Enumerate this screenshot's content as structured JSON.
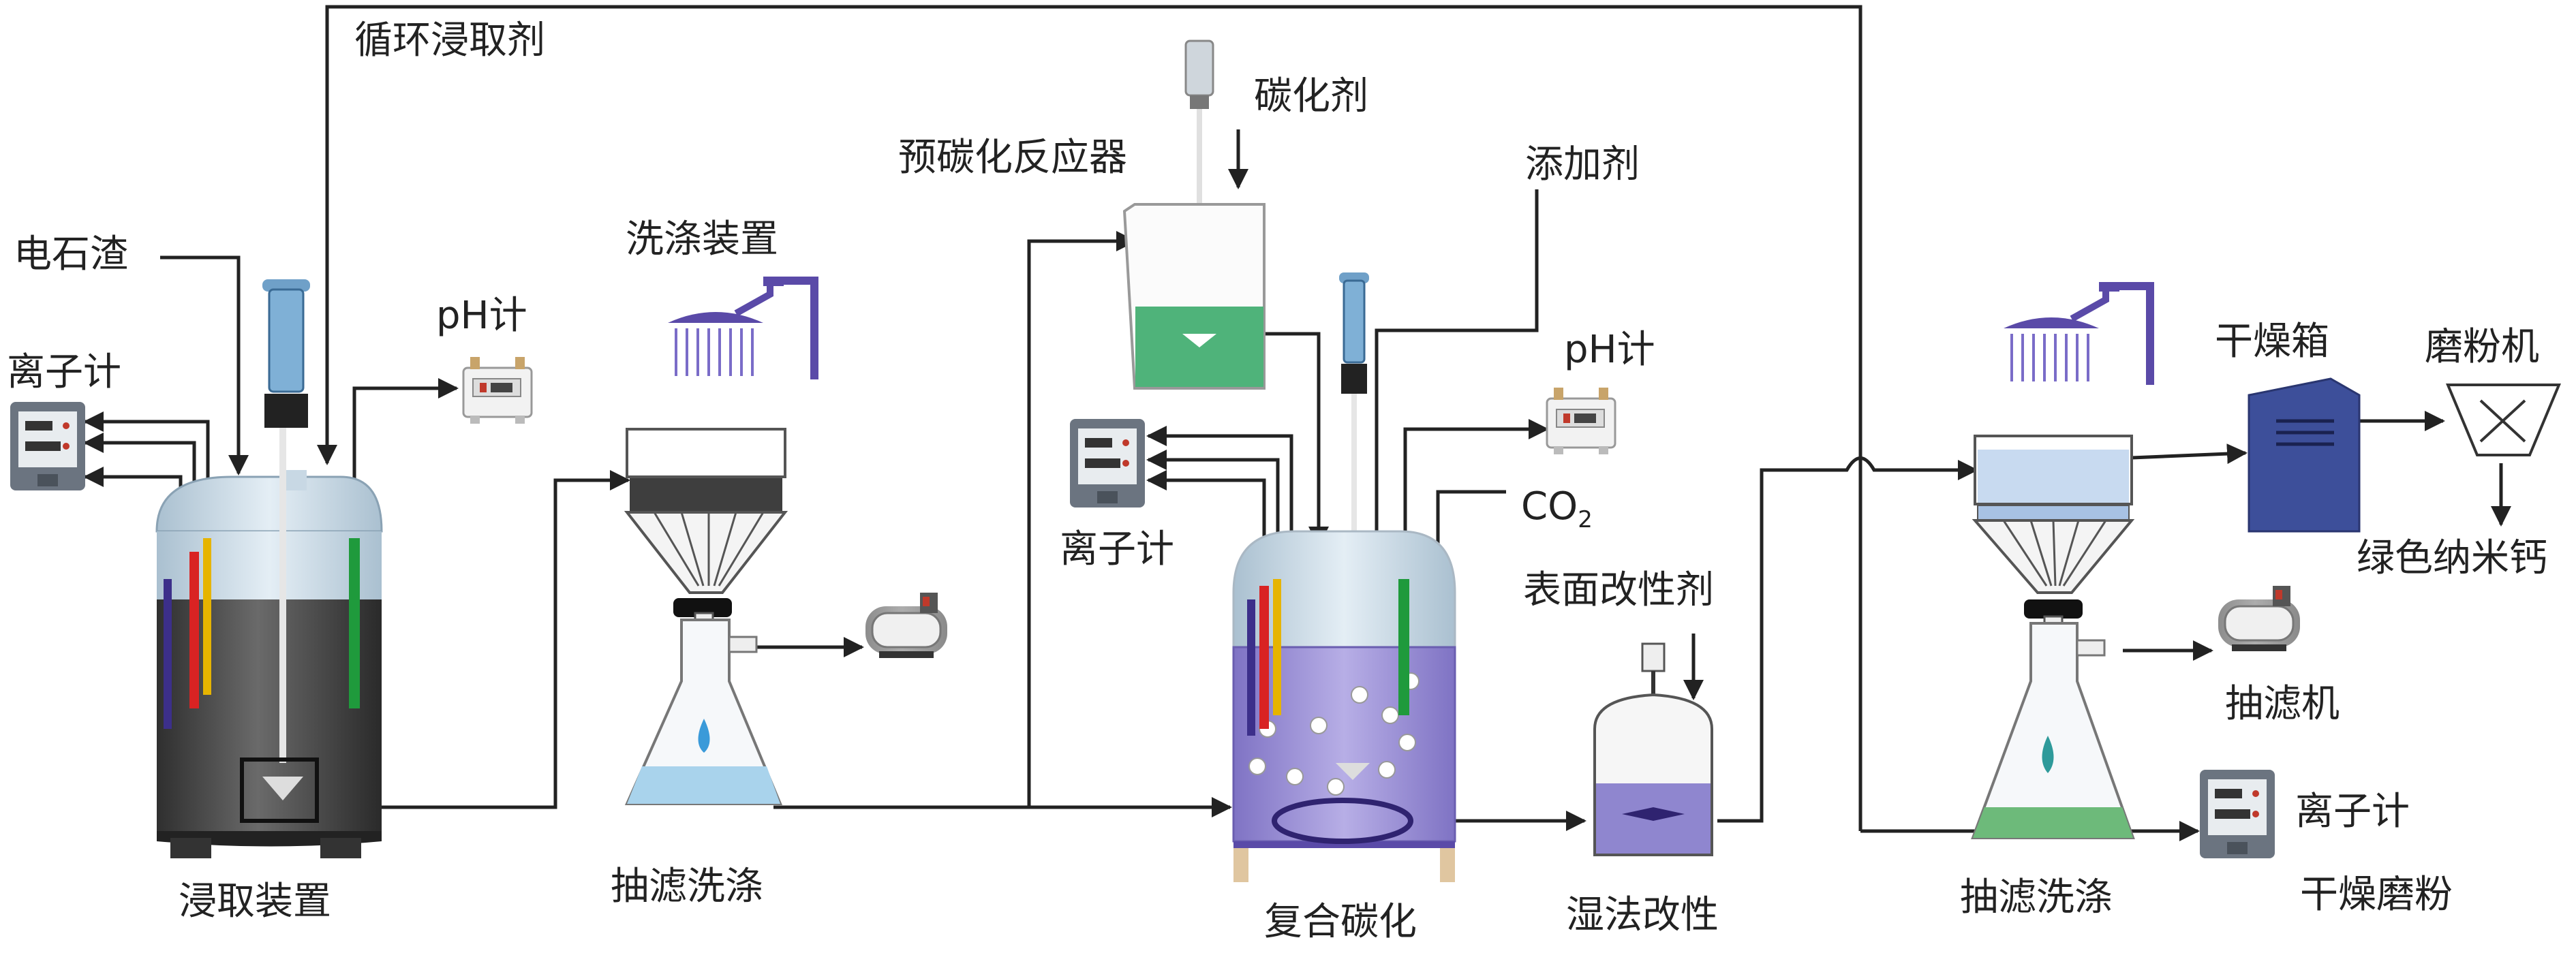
{
  "labels": {
    "recycle_leachant": "循环浸取剂",
    "calcium_carbide_slag": "电石渣",
    "ion_meter_1": "离子计",
    "ph_meter_1": "pH计",
    "washing_device": "洗涤装置",
    "leaching_device": "浸取装置",
    "suction_wash_1": "抽滤洗涤",
    "carbonizing_agent": "碳化剂",
    "pre_carbonization_reactor": "预碳化反应器",
    "additive": "添加剂",
    "ion_meter_2": "离子计",
    "ph_meter_2": "pH计",
    "co2_main": "CO",
    "co2_sub": "2",
    "surface_modifier": "表面改性剂",
    "composite_carbonization": "复合碳化",
    "wet_modification": "湿法改性",
    "suction_wash_2": "抽滤洗涤",
    "drying_oven": "干燥箱",
    "grinder": "磨粉机",
    "green_nano_calcium": "绿色纳米钙",
    "suction_filter_machine": "抽滤机",
    "ion_meter_3": "离子计",
    "dry_grinding": "干燥磨粉"
  },
  "colors": {
    "line": "#222222",
    "vessel_dark": "#4a4a4a",
    "vessel_glass": "#c8d8e4",
    "liquid_green": "#4fb37a",
    "liquid_purple": "#9a8fd4",
    "liquid_blue": "#a9d3ec",
    "oven_blue": "#3d4f9a",
    "shower_purple": "#5a4aa8"
  }
}
